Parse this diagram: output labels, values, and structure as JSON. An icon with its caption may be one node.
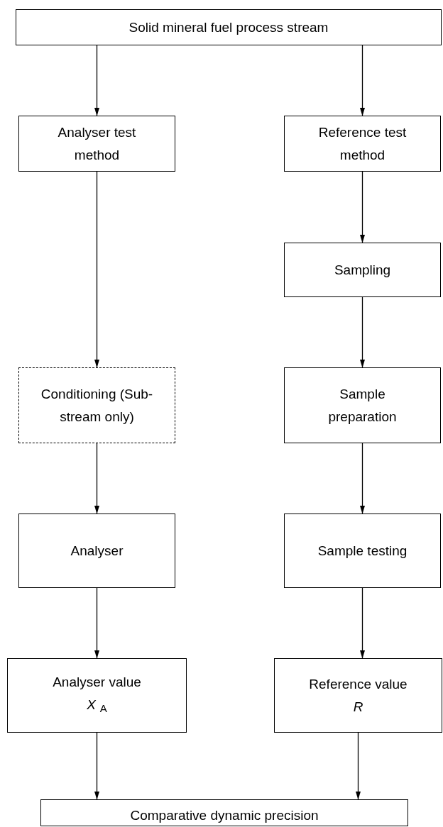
{
  "diagram": {
    "nodes": [
      {
        "text": [
          "Solid mineral fuel process stream"
        ]
      },
      {
        "text": [
          "Analyser test method"
        ]
      },
      {
        "text": [
          "Reference test method"
        ]
      },
      {
        "text": [
          "Sampling"
        ]
      },
      {
        "text": [
          "Conditioning (Sub-stream only)"
        ]
      },
      {
        "text": [
          "Sample preparation"
        ]
      },
      {
        "text": [
          "Analyser"
        ]
      },
      {
        "text": [
          "Sample testing"
        ]
      },
      {
        "text": [
          "Analyser value",
          "X$_{A}$"
        ]
      },
      {
        "text": [
          "Reference value",
          "R"
        ]
      },
      {
        "text": [
          "Comparative dynamic precision"
        ]
      }
    ],
    "edges": [
      {
        "from": 0,
        "to": 1,
        "arrow": "to"
      },
      {
        "from": 0,
        "to": 2,
        "arrow": "to"
      },
      {
        "from": 2,
        "to": 3,
        "arrow": "to"
      },
      {
        "from": 1,
        "to": 4,
        "arrow": "to"
      },
      {
        "from": 3,
        "to": 5,
        "arrow": "to"
      },
      {
        "from": 4,
        "to": 6,
        "arrow": "to"
      },
      {
        "from": 5,
        "to": 7,
        "arrow": "to"
      },
      {
        "from": 6,
        "to": 8,
        "arrow": "to"
      },
      {
        "from": 7,
        "to": 9,
        "arrow": "to"
      },
      {
        "from": 8,
        "to": 10,
        "arrow": "to"
      },
      {
        "from": 9,
        "to": 10,
        "arrow": "to"
      }
    ]
  }
}
